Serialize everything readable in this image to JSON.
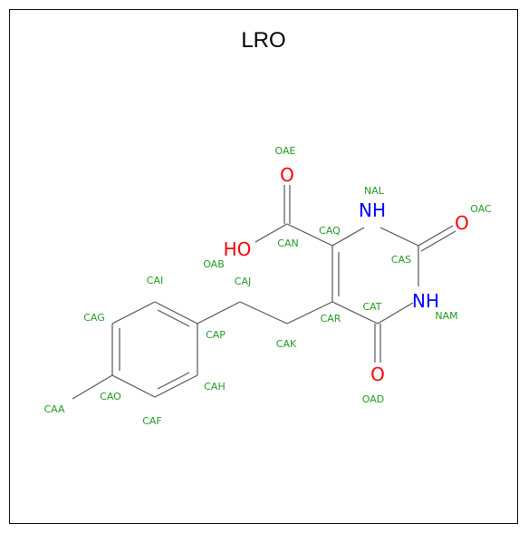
{
  "title": "LRO",
  "colors": {
    "bond": "#555555",
    "label": "#229922",
    "oxygen": "#ff0000",
    "nitrogen": "#0000ff",
    "frame": "#000000"
  },
  "heteroatoms": {
    "O_carbonyl_acid": "O",
    "O_hydroxyl": "HO",
    "N_1": "NH",
    "N_2": "NH",
    "O_urea": "O",
    "O_ketone": "O"
  },
  "atom_labels": {
    "OAE": "OAE",
    "NAL": "NAL",
    "OAC": "OAC",
    "CAQ": "CAQ",
    "CAN": "CAN",
    "OAB": "OAB",
    "CAS": "CAS",
    "CAI": "CAI",
    "CAJ": "CAJ",
    "CAT": "CAT",
    "NAM": "NAM",
    "CAG": "CAG",
    "CAP": "CAP",
    "CAR": "CAR",
    "CAK": "CAK",
    "CAO": "CAO",
    "CAH": "CAH",
    "OAD": "OAD",
    "CAA": "CAA",
    "CAF": "CAF"
  }
}
